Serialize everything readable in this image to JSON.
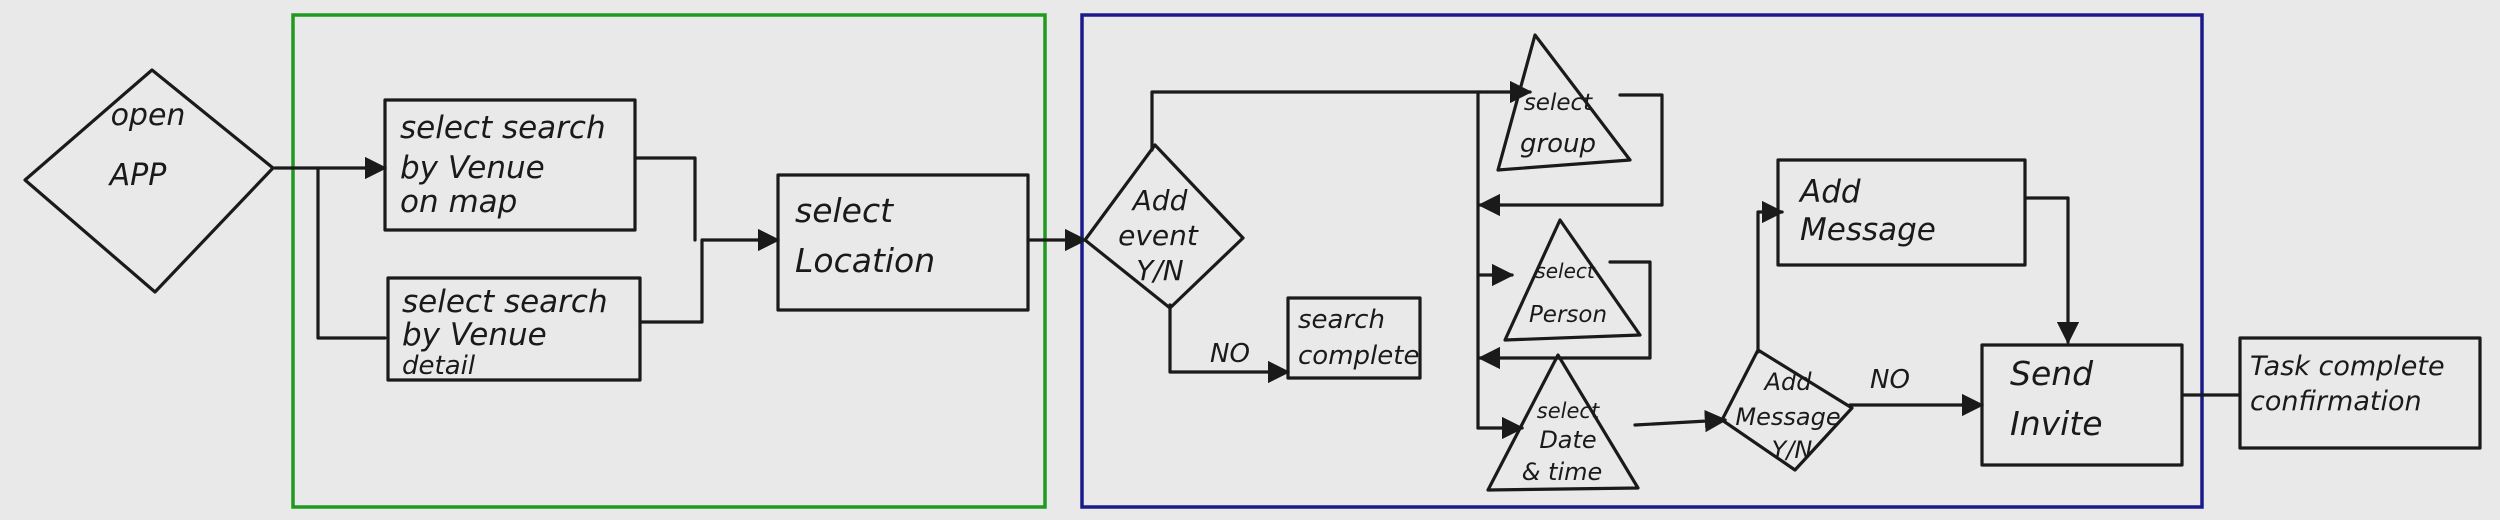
{
  "groups": {
    "green_color": "#1f9a1f",
    "blue_color": "#1a1a8c"
  },
  "nodes": {
    "open_app": [
      "open",
      "APP"
    ],
    "search_map": [
      "select search",
      "by Venue",
      "on map"
    ],
    "search_detail": [
      "select search",
      "by Venue",
      "detail"
    ],
    "select_location": [
      "select",
      "Location"
    ],
    "add_event": [
      "Add",
      "event",
      "Y/N"
    ],
    "search_complete": [
      "search",
      "complete"
    ],
    "select_group": [
      "select",
      "group"
    ],
    "select_person": [
      "select",
      "Person"
    ],
    "select_date": [
      "select",
      "Date",
      "& time"
    ],
    "add_message_yn": [
      "Add",
      "Message",
      "Y/N"
    ],
    "add_message": [
      "Add",
      "Message"
    ],
    "send_invite": [
      "Send",
      "Invite"
    ],
    "task_complete": [
      "Task complete",
      "confirmation"
    ]
  },
  "edge_labels": {
    "no_search": "NO",
    "no_message": "NO"
  }
}
